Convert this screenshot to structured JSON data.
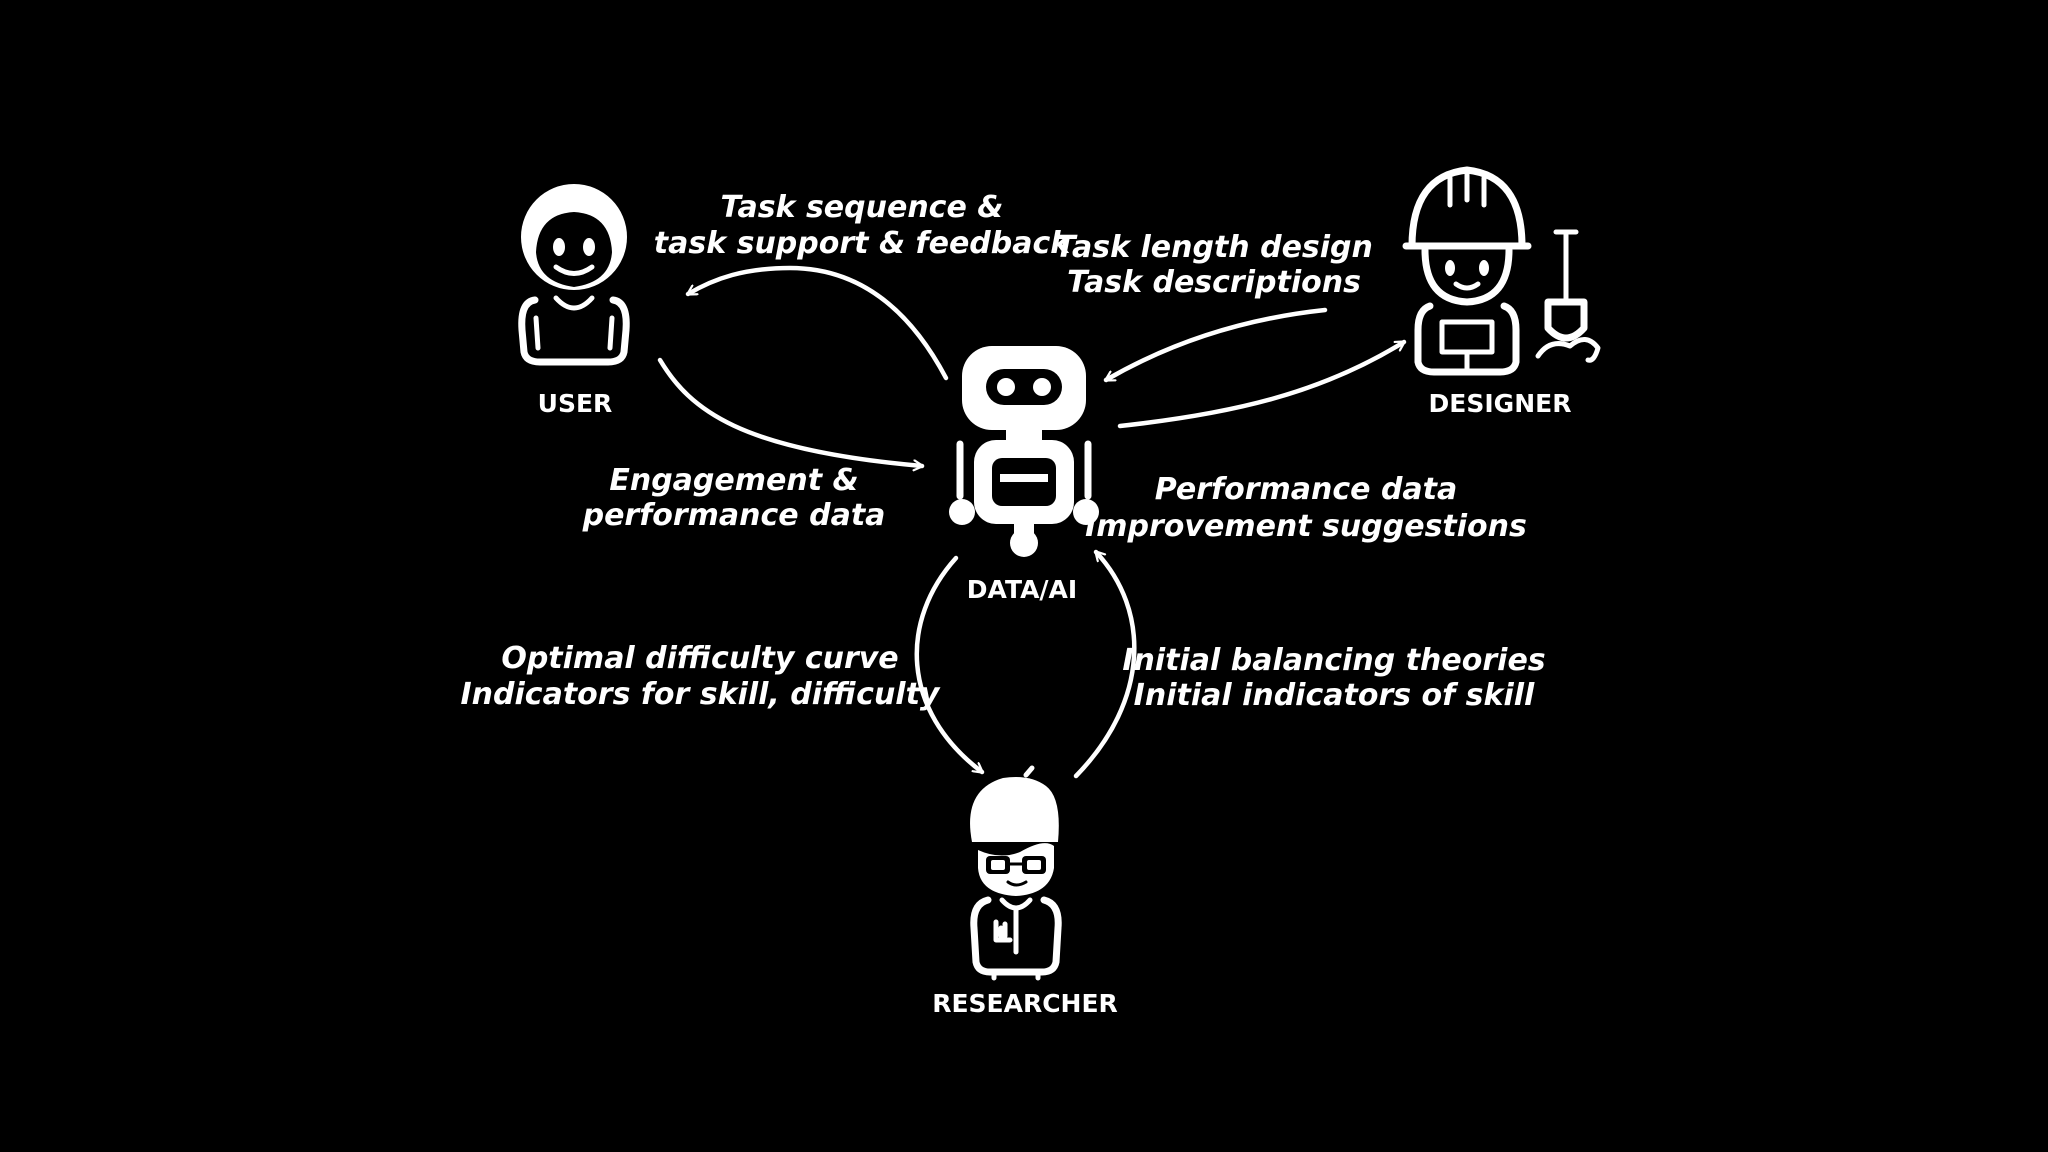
{
  "nodes": {
    "user": {
      "label": "USER"
    },
    "designer": {
      "label": "DESIGNER"
    },
    "ai": {
      "label": "DATA/AI"
    },
    "researcher": {
      "label": "RESEARCHER"
    }
  },
  "edges": {
    "ai_to_user": {
      "lines": [
        "Task sequence  &",
        "task support & feedback"
      ]
    },
    "user_to_ai": {
      "lines": [
        "Engagement &",
        "performance data"
      ]
    },
    "designer_to_ai": {
      "lines": [
        "Task length design",
        "Task descriptions"
      ]
    },
    "ai_to_designer": {
      "lines": [
        "Performance data",
        "Improvement suggestions"
      ]
    },
    "ai_to_researcher": {
      "lines": [
        "Optimal difficulty curve",
        "Indicators for skill, difficulty"
      ]
    },
    "researcher_to_ai": {
      "lines": [
        "Initial balancing theories",
        "Initial indicators of skill"
      ]
    }
  },
  "colors": {
    "background": "#000000",
    "foreground": "#ffffff"
  }
}
